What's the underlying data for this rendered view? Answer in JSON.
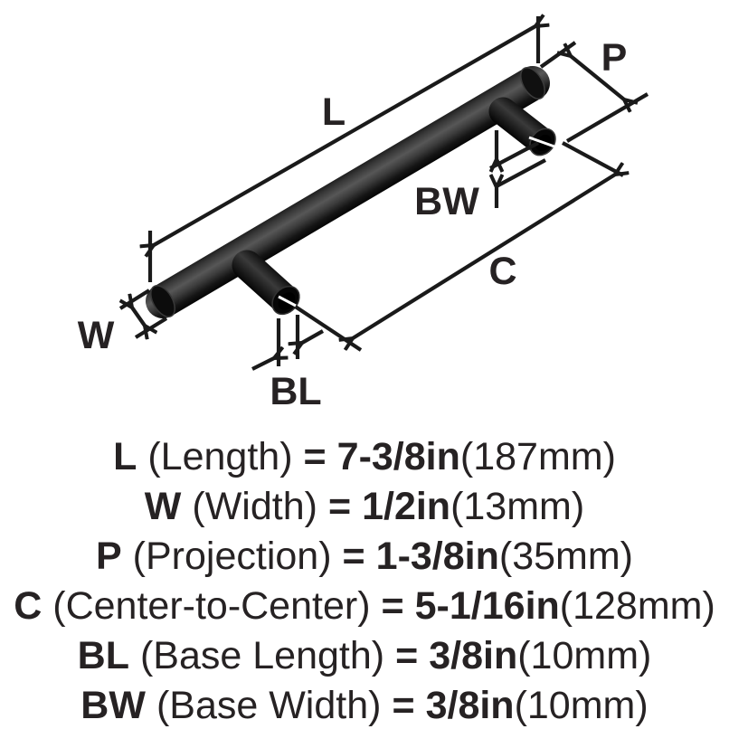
{
  "diagram": {
    "labels": {
      "length": "L",
      "width": "W",
      "projection": "P",
      "center_to_center": "C",
      "base_length": "BL",
      "base_width": "BW"
    },
    "colors": {
      "background": "#ffffff",
      "dimension_line": "#1a1a1a",
      "text": "#262223",
      "metal_dark": "#0a0a0a",
      "metal_highlight": "#565656"
    }
  },
  "specs": {
    "lines": [
      {
        "symbol": "L",
        "name": "(Length)",
        "eq": "=",
        "value": "7-3/8in",
        "metric": "(187mm)"
      },
      {
        "symbol": "W",
        "name": "(Width)",
        "eq": "=",
        "value": "1/2in",
        "metric": "(13mm)"
      },
      {
        "symbol": "P",
        "name": "(Projection)",
        "eq": "=",
        "value": "1-3/8in",
        "metric": "(35mm)"
      },
      {
        "symbol": "C",
        "name": "(Center-to-Center)",
        "eq": "=",
        "value": "5-1/16in",
        "metric": "(128mm)"
      },
      {
        "symbol": "BL",
        "name": "(Base Length)",
        "eq": "=",
        "value": "3/8in",
        "metric": "(10mm)"
      },
      {
        "symbol": "BW",
        "name": "(Base Width)",
        "eq": "=",
        "value": "3/8in",
        "metric": "(10mm)"
      }
    ]
  }
}
